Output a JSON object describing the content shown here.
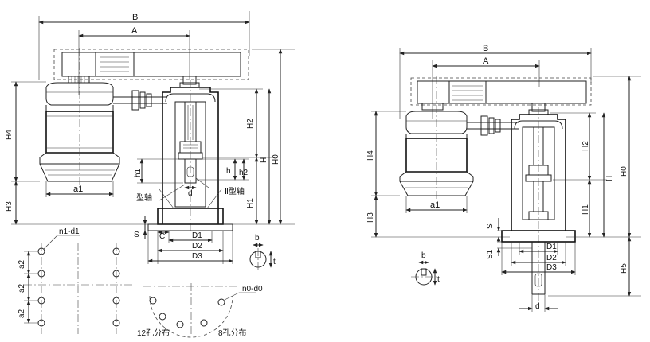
{
  "left_view": {
    "dims": {
      "B": "B",
      "A": "A",
      "H4": "H4",
      "H3": "H3",
      "a1": "a1",
      "H2": "H2",
      "H": "H",
      "H0": "H0",
      "H1": "H1",
      "h1": "h1",
      "h": "h",
      "h2": "h2",
      "d": "d",
      "type1_shaft": "Ⅰ型轴",
      "type2_shaft": "Ⅱ型轴",
      "S": "S",
      "C": "C",
      "D1": "D1",
      "D2": "D2",
      "D3": "D3"
    }
  },
  "hole_patterns": {
    "n1_d1": "n1-d1",
    "a2_1": "a2",
    "a2_2": "a2",
    "a2_3": "a2",
    "n0_d0": "n0-d0",
    "label_12": "12孔分布",
    "label_8": "8孔分布"
  },
  "keyway_left": {
    "b": "b",
    "t": "t"
  },
  "right_view": {
    "dims": {
      "B": "B",
      "A": "A",
      "H4": "H4",
      "H3": "H3",
      "a1": "a1",
      "H2": "H2",
      "H": "H",
      "H0": "H0",
      "H1": "H1",
      "H5": "H5",
      "S": "S",
      "S1": "S1",
      "D1": "D1",
      "D2": "D2",
      "D3": "D3",
      "d": "d"
    }
  },
  "keyway_right": {
    "b": "b",
    "t": "t"
  }
}
